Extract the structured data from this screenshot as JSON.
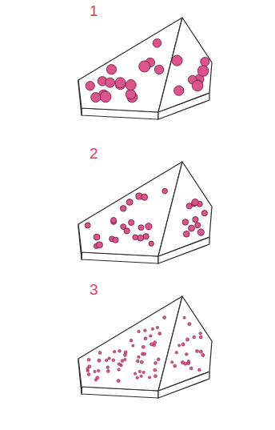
{
  "diagram": {
    "labels": [
      "1",
      "2",
      "3"
    ]
  }
}
